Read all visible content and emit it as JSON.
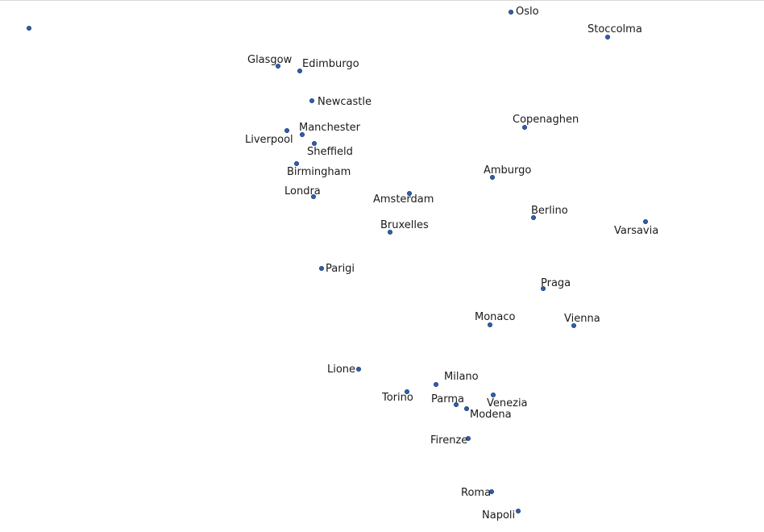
{
  "colors": {
    "marker_fill": "#2f5fb0",
    "marker_stroke": "#1b3a72",
    "label": "#1a1a1a"
  },
  "cities": [
    {
      "name": "",
      "symbol": "marker-dot"
    },
    {
      "name": "Oslo"
    },
    {
      "name": "Stoccolma"
    },
    {
      "name": "Glasgow"
    },
    {
      "name": "Edimburgo"
    },
    {
      "name": "Newcastle"
    },
    {
      "name": "Manchester"
    },
    {
      "name": "Liverpool"
    },
    {
      "name": "Sheffield"
    },
    {
      "name": "Birmingham"
    },
    {
      "name": "Londra"
    },
    {
      "name": "Copenaghen"
    },
    {
      "name": "Amburgo"
    },
    {
      "name": "Amsterdam"
    },
    {
      "name": "Berlino"
    },
    {
      "name": "Bruxelles"
    },
    {
      "name": "Varsavia"
    },
    {
      "name": "Parigi"
    },
    {
      "name": "Praga"
    },
    {
      "name": "Monaco"
    },
    {
      "name": "Vienna"
    },
    {
      "name": "Lione"
    },
    {
      "name": "Milano"
    },
    {
      "name": "Torino"
    },
    {
      "name": "Parma"
    },
    {
      "name": "Venezia"
    },
    {
      "name": "Modena"
    },
    {
      "name": "Firenze"
    },
    {
      "name": "Roma"
    },
    {
      "name": "Napoli"
    }
  ]
}
